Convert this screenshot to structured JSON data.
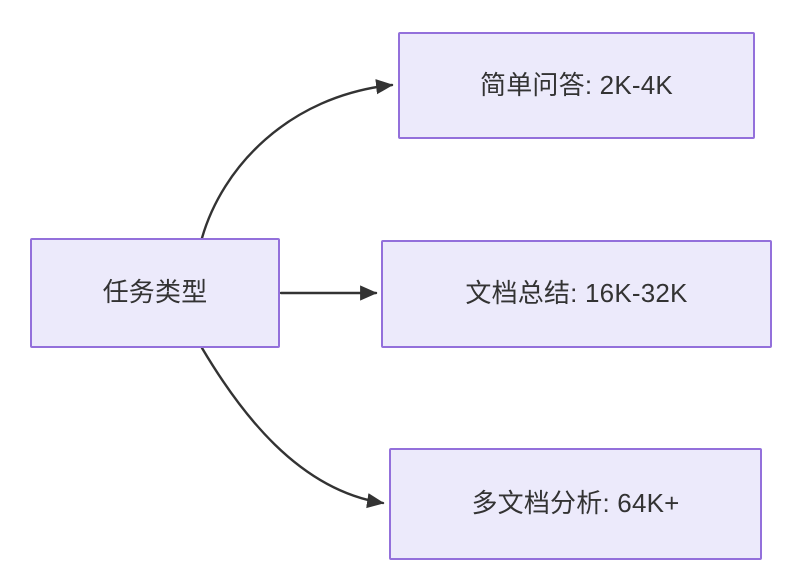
{
  "diagram": {
    "type": "flowchart",
    "direction": "left-to-right",
    "background_color": "#FFFFFF",
    "node_fill_color": "#ECEAFB",
    "node_border_color": "#9370DB",
    "node_text_color": "#333333",
    "edge_color": "#333333",
    "source_node": {
      "id": "task-type",
      "label": "任务类型"
    },
    "target_nodes": [
      {
        "id": "simple-qa",
        "label": "简单问答: 2K-4K"
      },
      {
        "id": "document-summary",
        "label": "文档总结: 16K-32K"
      },
      {
        "id": "multi-document-analysis",
        "label": "多文档分析: 64K+"
      }
    ],
    "edges": [
      {
        "from": "task-type",
        "to": "simple-qa",
        "style": "curved",
        "arrowhead": "solid-triangle"
      },
      {
        "from": "task-type",
        "to": "document-summary",
        "style": "straight",
        "arrowhead": "solid-triangle"
      },
      {
        "from": "task-type",
        "to": "multi-document-analysis",
        "style": "curved",
        "arrowhead": "solid-triangle"
      }
    ]
  }
}
